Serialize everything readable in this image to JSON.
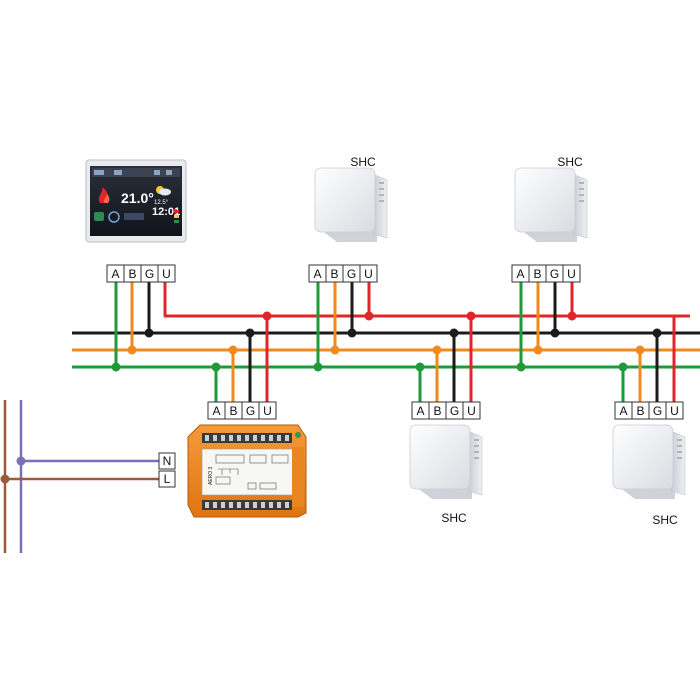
{
  "colors": {
    "wire_a": "#1f9a3a",
    "wire_b": "#f08a1c",
    "wire_g": "#1b1b1b",
    "wire_u": "#e0252b",
    "mains_n": "#7b6fb6",
    "mains_l": "#9b5a3c"
  },
  "sensor_label": "SHC",
  "bus_terminals": [
    "A",
    "B",
    "G",
    "U"
  ],
  "mains_terminals": [
    "N",
    "L"
  ],
  "thermostat_screen": {
    "temperature": "21.0°",
    "outdoor_temp": "12.5°",
    "time": "12:01",
    "icon": "flame-icon"
  },
  "controller_module": {
    "name_label": "AERO 3"
  }
}
